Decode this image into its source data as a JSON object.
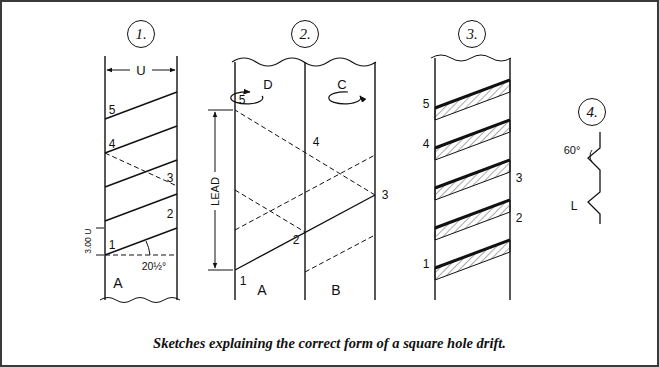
{
  "diagram": {
    "caption": "Sketches explaining the correct form of a square hole drift.",
    "nodes": [
      {
        "text": [
          "1."
        ]
      },
      {
        "text": [
          "2."
        ]
      },
      {
        "text": [
          "3."
        ]
      },
      {
        "text": [
          "4."
        ]
      }
    ],
    "labels": [
      "U",
      "5",
      "4",
      "3",
      "2",
      "1",
      "3.00 U",
      "20½°",
      "A",
      "D",
      "C",
      "5",
      "LEAD",
      "4",
      "3",
      "2",
      "1",
      "A",
      "B",
      "5",
      "4",
      "3",
      "2",
      "1",
      "60°",
      "L"
    ]
  }
}
